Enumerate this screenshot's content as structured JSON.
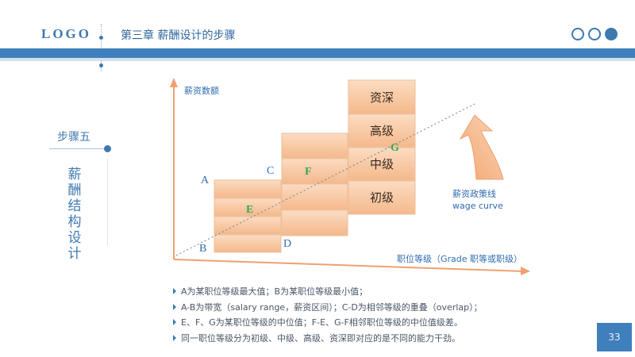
{
  "header": {
    "logo": "LOGO",
    "title": "第三章 薪酬设计的步骤"
  },
  "sidebar": {
    "step": "步骤五",
    "section_title": [
      "薪",
      "酬",
      "结",
      "构",
      "设",
      "计"
    ]
  },
  "diagram": {
    "y_axis_label": "薪资数额",
    "x_axis_label": "职位等级（Grade 职等或职级）",
    "levels": [
      "资深",
      "高级",
      "中级",
      "初级"
    ],
    "points": {
      "A": "A",
      "B": "B",
      "C": "C",
      "D": "D",
      "E": "E",
      "F": "F",
      "G": "G"
    },
    "wage_curve_cn": "薪资政策线",
    "wage_curve_en": "wage curve"
  },
  "notes": [
    "A为某职位等级最大值；B为某职位等级最小值；",
    "A-B为带宽（salary range，薪资区间）；C-D为相邻等级的重叠（overlap）；",
    "E、F、G为某职位等级的中位值；F-E、G-F相邻职位等级的中位值级差。",
    "同一职位等级分为初级、中级、高级、资深即对应的是不同的能力干劲。"
  ],
  "page_number": "33",
  "colors": {
    "accent": "#3f7fbc",
    "block_fill": "#f7c9a4",
    "axis": "#f0a072",
    "midpoint_label": "#32a855"
  }
}
